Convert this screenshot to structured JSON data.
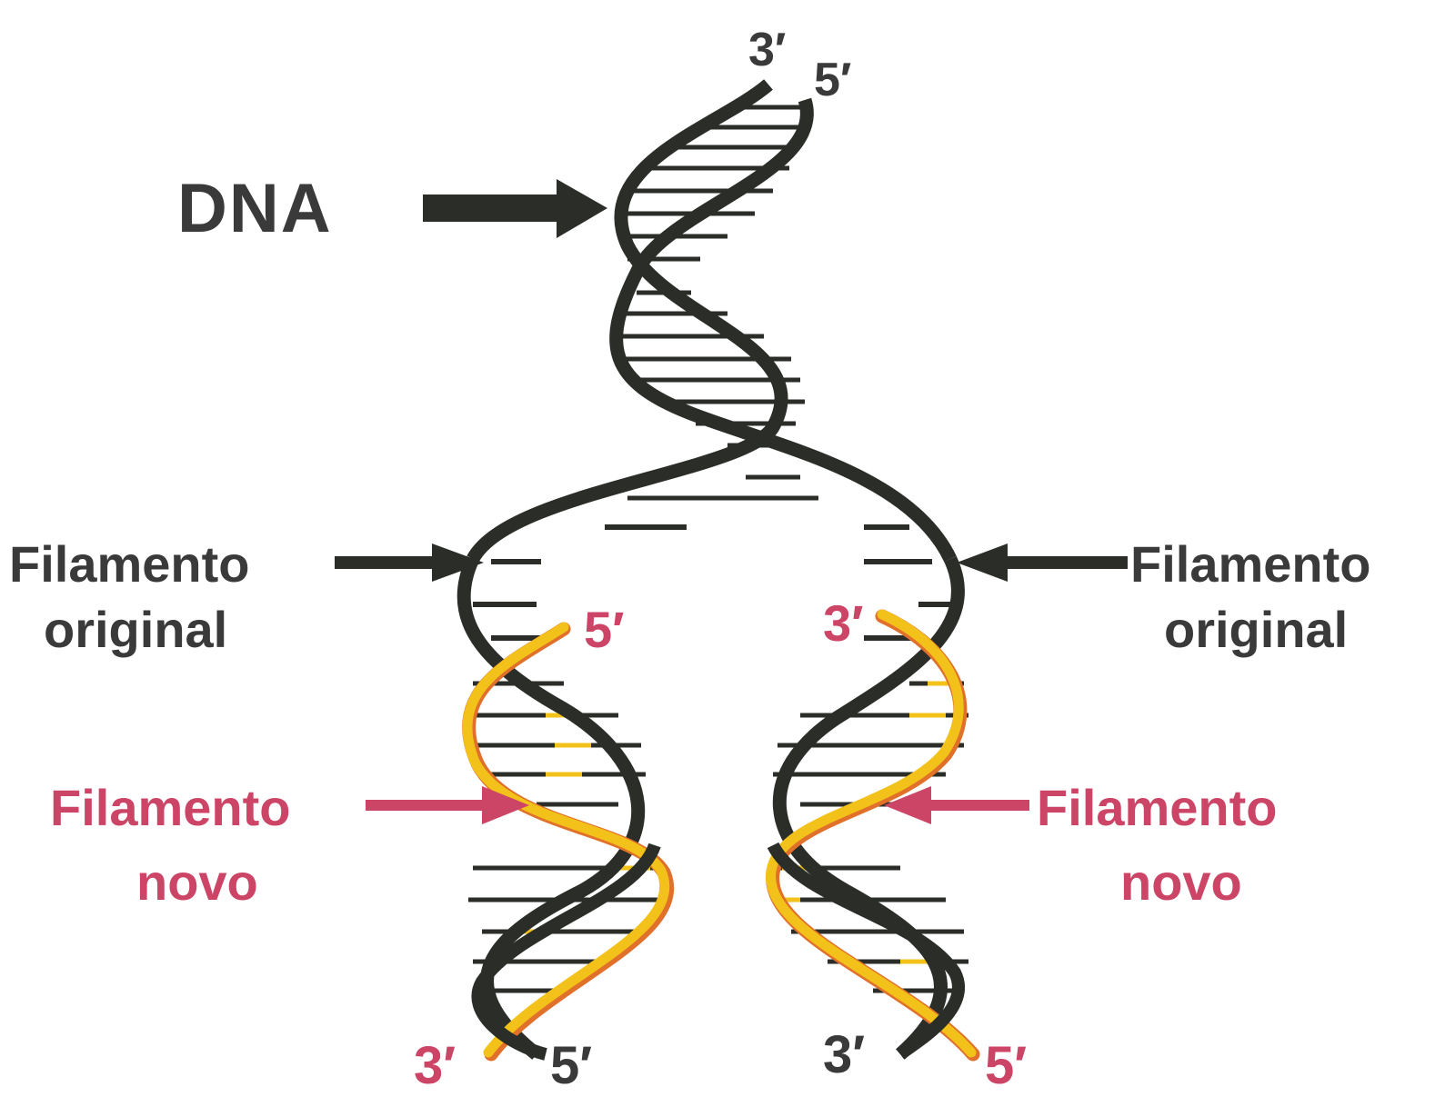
{
  "diagram": {
    "title_label": "DNA",
    "top_end_left": "3′",
    "top_end_right": "5′",
    "left_original_label_line1": "Filamento",
    "left_original_label_line2": "original",
    "right_original_label_line1": "Filamento",
    "right_original_label_line2": "original",
    "left_new_label_line1": "Filamento",
    "left_new_label_line2": "novo",
    "right_new_label_line1": "Filamento",
    "right_new_label_line2": "novo",
    "left_new_strand_start": "5′",
    "right_new_strand_start": "3′",
    "bottom_left_new_end": "3′",
    "bottom_left_original_end": "5′",
    "bottom_right_original_end": "3′",
    "bottom_right_new_end": "5′"
  },
  "colors": {
    "original_strand": "#2b2e28",
    "new_strand": "#f2c21a",
    "new_strand_shadow": "#e0702a",
    "new_label": "#cc4466",
    "dark_label": "#3a3a3a"
  }
}
